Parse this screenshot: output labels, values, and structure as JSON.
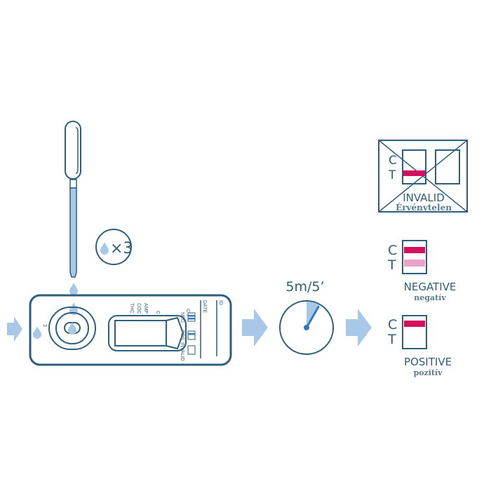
{
  "colors": {
    "outline": "#2d5f7c",
    "liquid": "#a9c8e8",
    "control_line": "#d4105e",
    "faint_line": "#eaa2c8",
    "timer": "#2a7bc4"
  },
  "drops": {
    "count_label": "×3",
    "icon": "drop-icon"
  },
  "cassette": {
    "well_label": "3",
    "drug_labels": [
      "THC",
      "COC",
      "AMP",
      "C"
    ],
    "ct_label": "C T",
    "result_labels": [
      "NEG",
      "POS",
      "INVALID"
    ],
    "date_label": "DATE",
    "id_label": "ID"
  },
  "timer": {
    "label": "5m/5’",
    "elapsed_fraction": 0.083
  },
  "results": {
    "invalid": {
      "c": "C",
      "t": "T",
      "title": "INVALID",
      "subtitle": "Érvénytelen"
    },
    "negative": {
      "c": "C",
      "t": "T",
      "title": "NEGATIVE",
      "subtitle": "negatív"
    },
    "positive": {
      "c": "C",
      "t": "T",
      "title": "POSITIVE",
      "subtitle": "pozitív"
    }
  }
}
